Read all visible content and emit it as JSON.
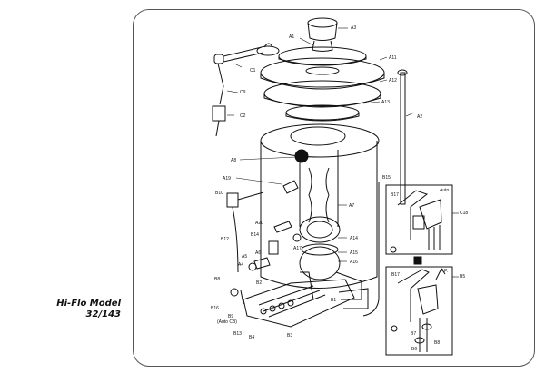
{
  "title": {
    "line1": "Hi-Flo Model",
    "line2": "32/143"
  },
  "inset_top": {
    "label": "Auto",
    "ref": "C18",
    "part": "B17"
  },
  "inset_bottom": {
    "label": "P.P.",
    "ref": "B5",
    "parts": [
      "B17",
      "B7",
      "B6",
      "B8"
    ]
  },
  "callouts": [
    {
      "id": "A3"
    },
    {
      "id": "A1"
    },
    {
      "id": "C1"
    },
    {
      "id": "C9"
    },
    {
      "id": "C2"
    },
    {
      "id": "A11"
    },
    {
      "id": "A12"
    },
    {
      "id": "A13"
    },
    {
      "id": "A2"
    },
    {
      "id": "A8"
    },
    {
      "id": "A19"
    },
    {
      "id": "B15"
    },
    {
      "id": "A7"
    },
    {
      "id": "B10"
    },
    {
      "id": "A20"
    },
    {
      "id": "B14"
    },
    {
      "id": "A17"
    },
    {
      "id": "A14"
    },
    {
      "id": "A15"
    },
    {
      "id": "A16"
    },
    {
      "id": "B12"
    },
    {
      "id": "A5"
    },
    {
      "id": "A4"
    },
    {
      "id": "A6"
    },
    {
      "id": "B2"
    },
    {
      "id": "B1"
    },
    {
      "id": "B8"
    },
    {
      "id": "B16"
    },
    {
      "id": "B9"
    },
    {
      "id": "B9_note",
      "text": "(Auto CB)"
    },
    {
      "id": "B13"
    },
    {
      "id": "B4"
    },
    {
      "id": "B3"
    }
  ]
}
